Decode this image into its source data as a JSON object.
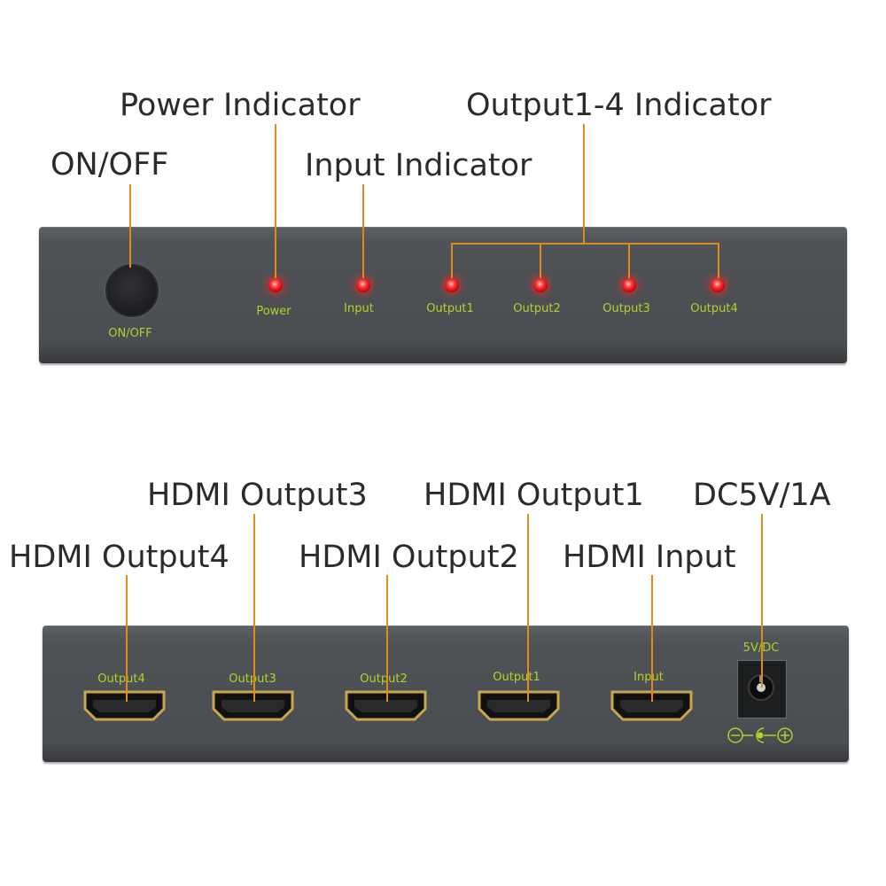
{
  "front_panel": {
    "callouts": {
      "power_indicator": "Power Indicator",
      "output_indicator": "Output1-4 Indicator",
      "on_off": "ON/OFF",
      "input_indicator": "Input Indicator"
    },
    "labels": {
      "on_off": "ON/OFF",
      "power": "Power",
      "input": "Input",
      "output1": "Output1",
      "output2": "Output2",
      "output3": "Output3",
      "output4": "Output4"
    }
  },
  "rear_panel": {
    "callouts": {
      "hdmi_output3": "HDMI Output3",
      "hdmi_output1": "HDMI Output1",
      "dc": "DC5V/1A",
      "hdmi_output4": "HDMI Output4",
      "hdmi_output2": "HDMI Output2",
      "hdmi_input": "HDMI Input"
    },
    "labels": {
      "output4": "Output4",
      "output3": "Output3",
      "output2": "Output2",
      "output1": "Output1",
      "input": "Input",
      "dc": "5V/DC"
    }
  },
  "colors": {
    "callout_line": "#e08a1e",
    "panel_label": "#b4d12a",
    "led": "#ff2020"
  }
}
